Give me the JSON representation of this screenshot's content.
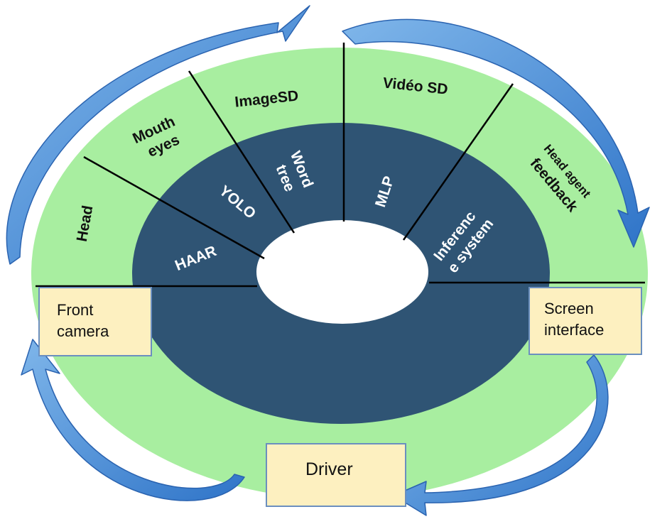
{
  "outer_ring": {
    "head": "Head",
    "mouth_eyes": [
      "Mouth",
      "eyes"
    ],
    "imagesd": "ImageSD",
    "video_sd": "Vidéo SD",
    "head_agent_feedback": [
      "Head agent",
      "feedback"
    ]
  },
  "inner_ring": {
    "haar": "HAAR",
    "yolo": "YOLO",
    "word_tree": [
      "Word",
      "tree"
    ],
    "mlp": "MLP",
    "inference_system": [
      "Inferenc",
      "e system"
    ]
  },
  "boxes": {
    "front_camera": [
      "Front",
      "camera"
    ],
    "screen_interface": [
      "Screen",
      "interface"
    ],
    "driver": "Driver"
  },
  "colors": {
    "outer_ring": "#a8eea0",
    "inner_ring": "#2f5474",
    "arrow": "#4a90d9",
    "box_fill": "#fdf0c0"
  }
}
